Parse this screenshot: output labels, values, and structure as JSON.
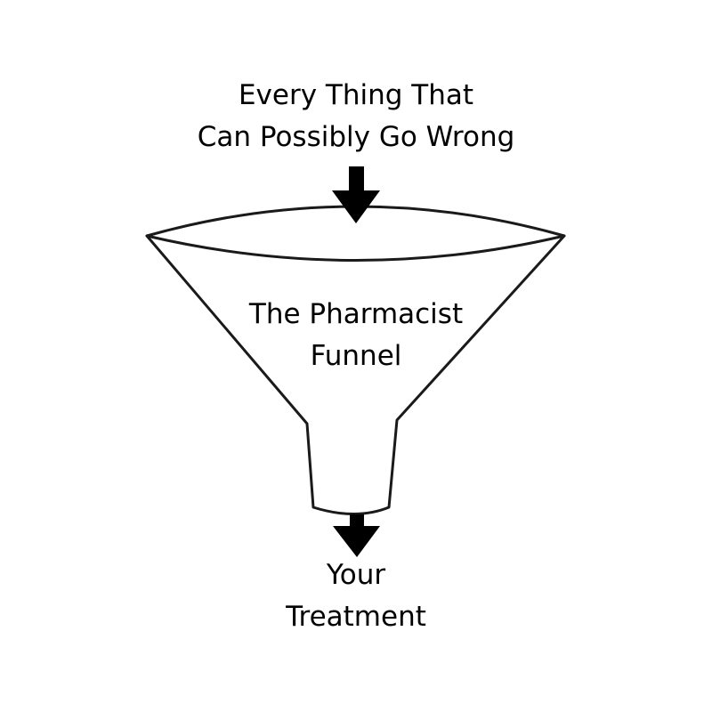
{
  "diagram": {
    "input": {
      "lines": [
        "Every Thing That",
        "Can Possibly Go Wrong"
      ]
    },
    "funnel": {
      "lines": [
        "The Pharmacist",
        "Funnel"
      ]
    },
    "output": {
      "lines": [
        "Your",
        "Treatment"
      ]
    }
  },
  "colors": {
    "stroke": "#1a1a1a",
    "arrow": "#000000",
    "text": "#000000",
    "background": "#ffffff"
  }
}
